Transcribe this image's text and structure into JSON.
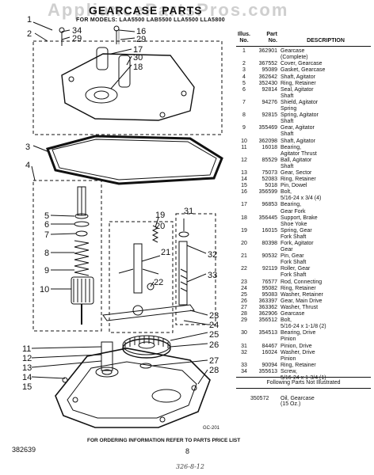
{
  "header": {
    "watermark": "AppliancePartsPros.com",
    "title": "GEARCASE PARTS",
    "subtitle": "FOR MODELS: LAA5500 LAB5500 LLA5500 LLA5800"
  },
  "table": {
    "col_illus": "Illus.\nNo.",
    "col_part": "Part\nNo.",
    "col_desc": "DESCRIPTION",
    "rows": [
      {
        "n": "1",
        "p": "362901",
        "d": "Gearcase\n(Complete)"
      },
      {
        "n": "2",
        "p": "367552",
        "d": "Cover, Gearcase"
      },
      {
        "n": "3",
        "p": "95089",
        "d": "Gasket, Gearcase"
      },
      {
        "n": "4",
        "p": "362642",
        "d": "Shaft, Agitator"
      },
      {
        "n": "5",
        "p": "352430",
        "d": "Ring, Retainer"
      },
      {
        "n": "6",
        "p": "92814",
        "d": "Seal, Agitator\nShaft"
      },
      {
        "n": "7",
        "p": "94276",
        "d": "Shield, Agitator\nSpring"
      },
      {
        "n": "8",
        "p": "92815",
        "d": "Spring, Agitator\nShaft"
      },
      {
        "n": "9",
        "p": "355469",
        "d": "Gear, Agitator\nShaft"
      },
      {
        "n": "10",
        "p": "362098",
        "d": "Shaft, Agitator"
      },
      {
        "n": "11",
        "p": "16018",
        "d": "Bearing,\nAgitator Thrust"
      },
      {
        "n": "12",
        "p": "85529",
        "d": "Ball, Agitator\nShaft"
      },
      {
        "n": "13",
        "p": "75073",
        "d": "Gear, Sector"
      },
      {
        "n": "14",
        "p": "52083",
        "d": "Ring, Retainer"
      },
      {
        "n": "15",
        "p": "5018",
        "d": "Pin, Dowel"
      },
      {
        "n": "16",
        "p": "356599",
        "d": "Bolt,\n5/16-24 x 3/4 (4)"
      },
      {
        "n": "17",
        "p": "96853",
        "d": "Bearing,\nGear Fork"
      },
      {
        "n": "18",
        "p": "356445",
        "d": "Support, Brake\nShoe Yoke"
      },
      {
        "n": "19",
        "p": "16015",
        "d": "Spring, Gear\nFork Shaft"
      },
      {
        "n": "20",
        "p": "80398",
        "d": "Fork, Agitator\nGear"
      },
      {
        "n": "21",
        "p": "90532",
        "d": "Pin, Gear\nFork Shaft"
      },
      {
        "n": "22",
        "p": "92119",
        "d": "Roller, Gear\nFork Shaft"
      },
      {
        "n": "23",
        "p": "76577",
        "d": "Rod, Connecting"
      },
      {
        "n": "24",
        "p": "95082",
        "d": "Ring, Retainer"
      },
      {
        "n": "25",
        "p": "95083",
        "d": "Washer, Retainer"
      },
      {
        "n": "26",
        "p": "363397",
        "d": "Gear, Main Drive"
      },
      {
        "n": "27",
        "p": "363362",
        "d": "Washer, Thrust"
      },
      {
        "n": "28",
        "p": "362906",
        "d": "Gearcase"
      },
      {
        "n": "29",
        "p": "356512",
        "d": "Bolt,\n5/16-24 x 1-1/8 (2)"
      },
      {
        "n": "30",
        "p": "354513",
        "d": "Bearing, Drive\nPinion"
      },
      {
        "n": "31",
        "p": "84467",
        "d": "Pinion, Drive"
      },
      {
        "n": "32",
        "p": "16024",
        "d": "Washer, Drive\nPinion"
      },
      {
        "n": "33",
        "p": "90094",
        "d": "Ring, Retainer"
      },
      {
        "n": "34",
        "p": "355613",
        "d": "Screw,\n5/16-24 x 1-3/4 (1)"
      }
    ]
  },
  "not_illustrated": {
    "heading": "Following Parts Not Illustrated",
    "part": "350572",
    "desc": "Oil, Gearcase\n(15 Oz.)"
  },
  "diagram": {
    "code": "GC-201",
    "callouts": {
      "c1": "1",
      "c2": "2",
      "c3": "3",
      "c4": "4",
      "c5": "5",
      "c6": "6",
      "c7": "7",
      "c8": "8",
      "c9": "9",
      "c10": "10",
      "c11": "11",
      "c12": "12",
      "c13": "13",
      "c14": "14",
      "c15": "15",
      "c16": "16",
      "c17": "17",
      "c18": "18",
      "c19": "19",
      "c20": "20",
      "c21": "21",
      "c22": "22",
      "c23": "23",
      "c24": "24",
      "c25": "25",
      "c26": "26",
      "c27": "27",
      "c28": "28",
      "c29a": "29",
      "c29b": "29",
      "c30": "30",
      "c31": "31",
      "c32": "32",
      "c33": "33",
      "c34": "34"
    }
  },
  "footer": {
    "note": "FOR ORDERING INFORMATION REFER TO PARTS PRICE LIST",
    "doc_number": "382639",
    "page": "8",
    "handwritten": "326-8-12"
  }
}
